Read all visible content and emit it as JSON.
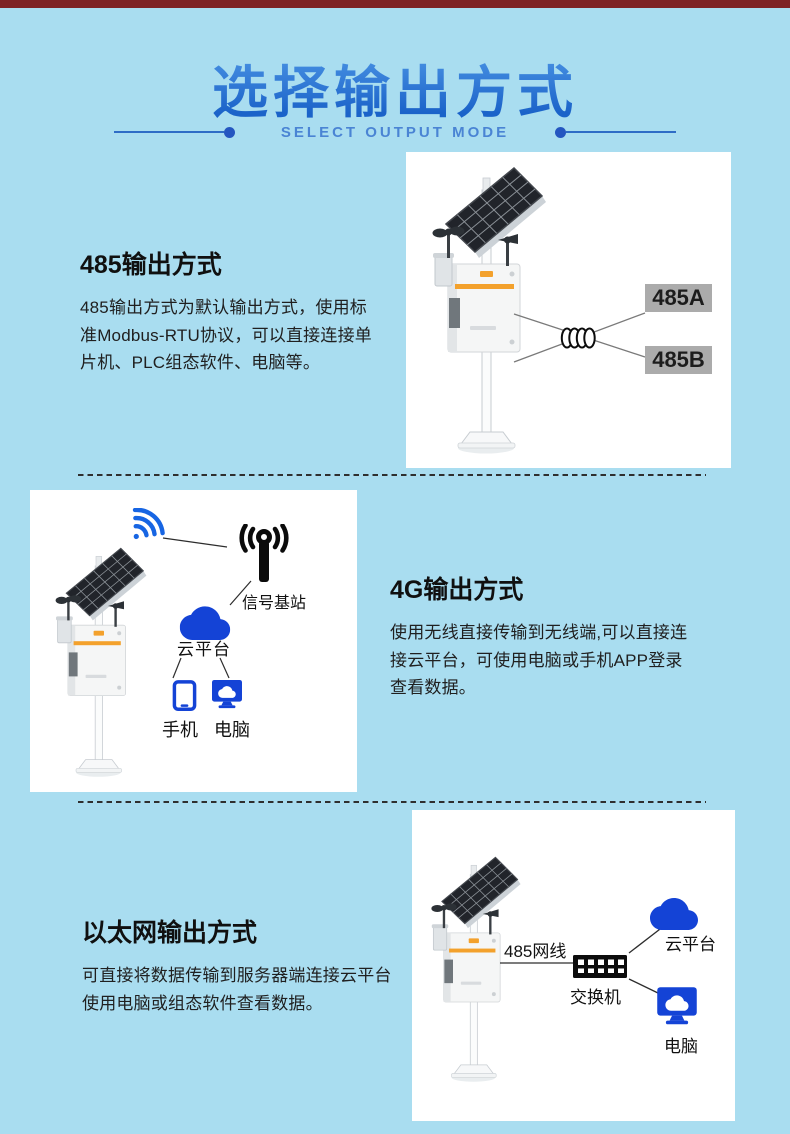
{
  "page": {
    "title": "选择输出方式",
    "subtitle": "SELECT OUTPUT MODE"
  },
  "colors": {
    "background": "#a9ddf0",
    "top_bar": "#7e2224",
    "title_blue": "#1c6fd3",
    "subtitle_blue": "#4a84d4",
    "icon_blue": "#1443d6",
    "wifi_blue": "#1765e3",
    "wire_label_bg": "#ababab",
    "dashed_divider": "#2f2f2f"
  },
  "sections": [
    {
      "id": "485",
      "heading": "485输出方式",
      "body": "485输出方式为默认输出方式，使用标准Modbus-RTU协议，可以直接连接单片机、PLC组态软件、电脑等。",
      "labels": {
        "wire_a": "485A",
        "wire_b": "485B"
      }
    },
    {
      "id": "4g",
      "heading": "4G输出方式",
      "body": "使用无线直接传输到无线端,可以直接连接云平台，可使用电脑或手机APP登录查看数据。",
      "labels": {
        "base_station": "信号基站",
        "cloud": "云平台",
        "phone": "手机",
        "computer": "电脑"
      }
    },
    {
      "id": "ethernet",
      "heading": "以太网输出方式",
      "body": "可直接将数据传输到服务器端连接云平台使用电脑或组态软件查看数据。",
      "labels": {
        "cable": "485网线",
        "switch": "交换机",
        "cloud": "云平台",
        "computer": "电脑"
      }
    }
  ]
}
